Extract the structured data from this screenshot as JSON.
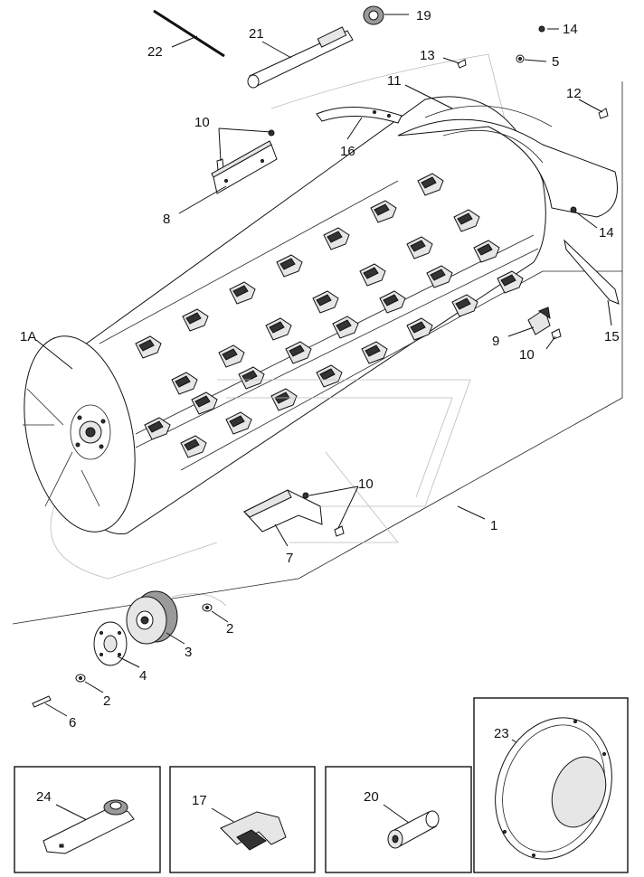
{
  "diagram": {
    "callouts": {
      "c1": "1",
      "c1a": "1A",
      "c2a": "2",
      "c2b": "2",
      "c3": "3",
      "c4": "4",
      "c5": "5",
      "c6": "6",
      "c7": "7",
      "c8": "8",
      "c9": "9",
      "c10a": "10",
      "c10b": "10",
      "c10c": "10",
      "c11": "11",
      "c12": "12",
      "c13": "13",
      "c14a": "14",
      "c14b": "14",
      "c15": "15",
      "c16": "16",
      "c17": "17",
      "c19": "19",
      "c20": "20",
      "c21": "21",
      "c22": "22",
      "c23": "23",
      "c24": "24"
    },
    "inset_boxes": [
      "24",
      "17",
      "20",
      "23"
    ]
  }
}
